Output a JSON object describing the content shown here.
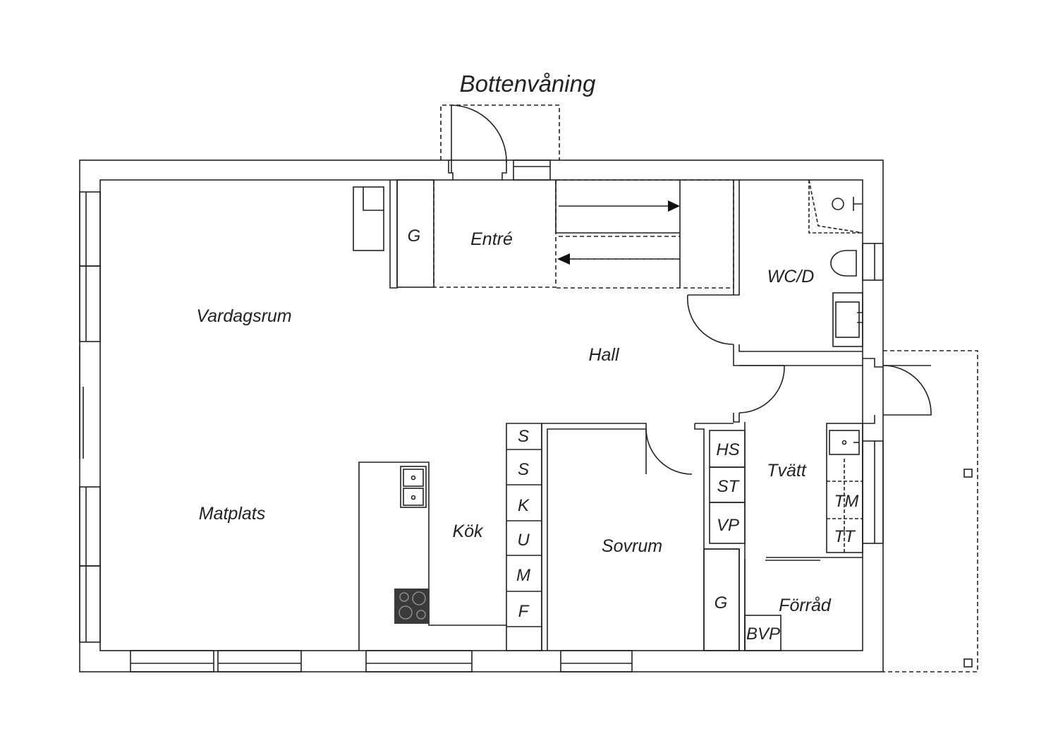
{
  "title": "Bottenvåning",
  "colors": {
    "line": "#222222",
    "background": "#ffffff",
    "hob": "#3a3a3a"
  },
  "rooms": {
    "vardagsrum": "Vardagsrum",
    "matplats": "Matplats",
    "entre": "Entré",
    "hall": "Hall",
    "wc": "WC/D",
    "kok": "Kök",
    "sovrum": "Sovrum",
    "tvatt": "Tvätt",
    "forrad": "Förråd"
  },
  "codes": {
    "g_entre": "G",
    "g_sovrum": "G",
    "bvp": "BVP",
    "hs": "HS",
    "st": "ST",
    "vp": "VP",
    "tm": "TM",
    "tt": "TT",
    "kitchen": [
      "S",
      "S",
      "K",
      "U",
      "M",
      "F"
    ]
  }
}
